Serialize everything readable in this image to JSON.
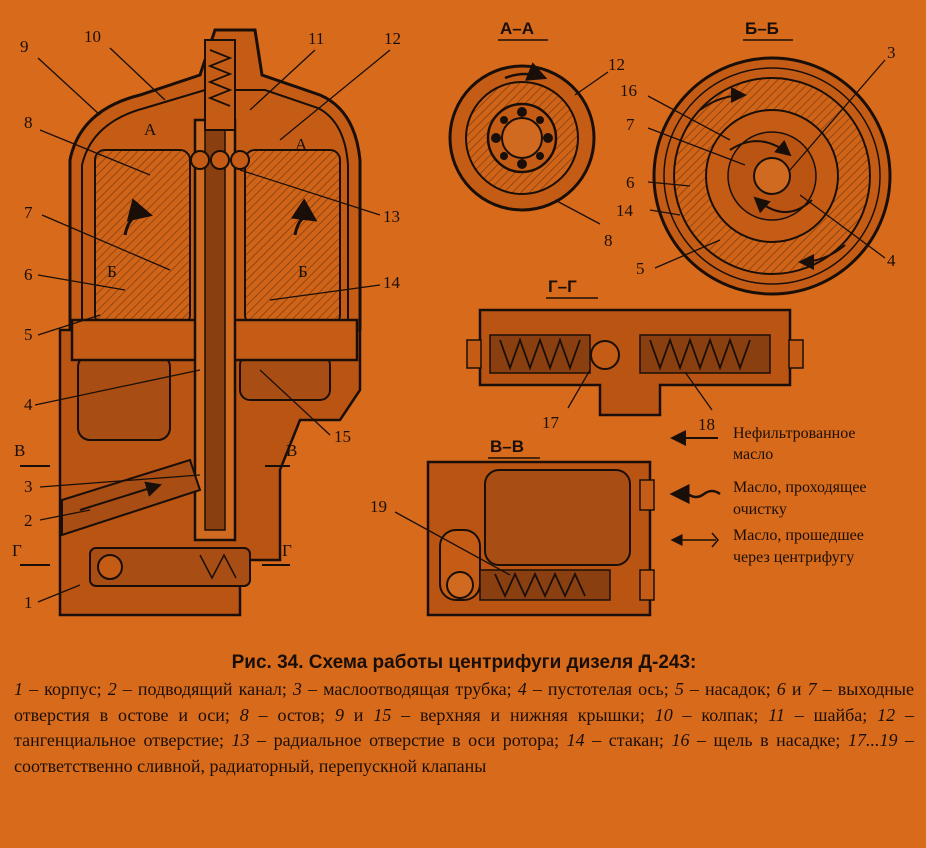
{
  "sections": {
    "aa": "А–А",
    "bb": "Б–Б",
    "gg": "Г–Г",
    "vv": "В–В"
  },
  "cut_marks": {
    "a": "А",
    "b": "Б",
    "v": "В",
    "g": "Г"
  },
  "part_numbers": [
    "1",
    "2",
    "3",
    "4",
    "5",
    "6",
    "7",
    "8",
    "9",
    "10",
    "11",
    "12",
    "13",
    "14",
    "15",
    "16",
    "17",
    "18",
    "19"
  ],
  "legend": {
    "unfiltered_line1": "Нефильтрованное",
    "unfiltered_line2": "масло",
    "cleaning_line1": "Масло, проходящее",
    "cleaning_line2": "очистку",
    "passed_line1": "Масло, прошедшее",
    "passed_line2": "через центрифугу"
  },
  "caption": {
    "title": "Рис. 34.  Схема работы центрифуги дизеля Д-243:",
    "items": [
      {
        "n": "1",
        "t": " – корпус; "
      },
      {
        "n": "2",
        "t": " – подводящий канал; "
      },
      {
        "n": "3",
        "t": " – маслоотводящая трубка; "
      },
      {
        "n": "4",
        "t": " – пустотелая ось; "
      },
      {
        "n": "5",
        "t": " – насадок; "
      },
      {
        "n": "6",
        "t": " и "
      },
      {
        "n": "7",
        "t": " – выходные отверстия в остове и оси; "
      },
      {
        "n": "8",
        "t": " – остов; "
      },
      {
        "n": "9",
        "t": " и "
      },
      {
        "n": "15",
        "t": " – верхняя и нижняя крышки; "
      },
      {
        "n": "10",
        "t": " – колпак; "
      },
      {
        "n": "11",
        "t": " – шайба; "
      },
      {
        "n": "12",
        "t": " – тангенциальное отверстие; "
      },
      {
        "n": "13",
        "t": " – радиальное отверстие в оси ротора; "
      },
      {
        "n": "14",
        "t": " – стакан; "
      },
      {
        "n": "16",
        "t": " – щель в насадке; "
      },
      {
        "n": "17...19",
        "t": " – соответственно сливной, радиаторный, перепускной клапаны"
      }
    ]
  }
}
